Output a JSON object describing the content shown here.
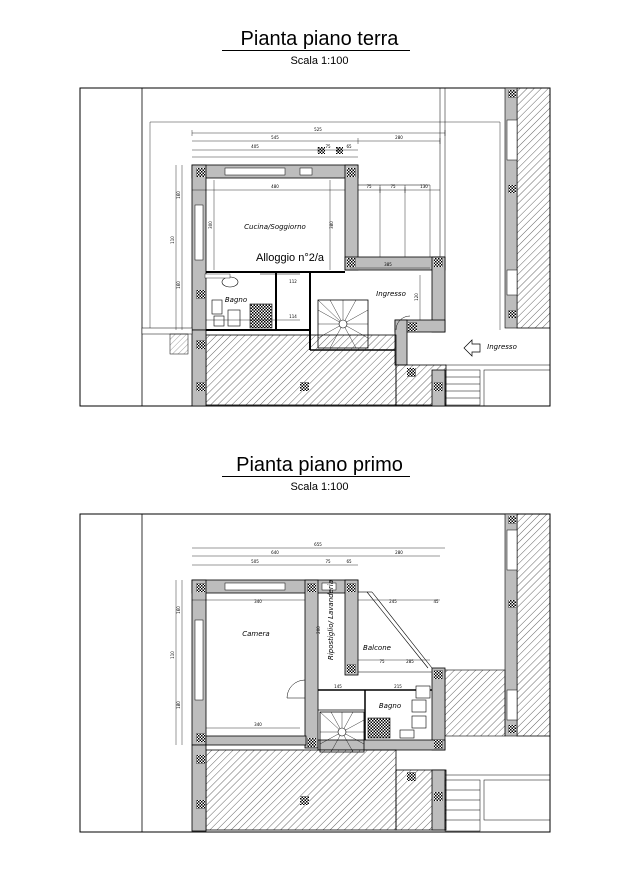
{
  "ground_floor": {
    "title": "Pianta piano terra",
    "scale": "Scala 1:100",
    "unit_label": "Alloggio n°2/a",
    "rooms": {
      "kitchen_living": "Cucina/Soggiorno",
      "bathroom": "Bagno",
      "entrance_inner": "Ingresso",
      "entrance_outer": "Ingresso"
    },
    "dims": {
      "d_overall": "525",
      "d_a": "545",
      "d_b": "280",
      "d_c": "405",
      "d_d": "75",
      "d_e": "65",
      "d_f": "480",
      "d_g": "130",
      "d_h": "75",
      "d_i": "75",
      "d_j": "385",
      "d_k": "160",
      "d_l": "160",
      "d_m": "110",
      "d_n": "112",
      "d_o": "114",
      "d_p": "300",
      "d_q": "380",
      "d_r": "120"
    }
  },
  "first_floor": {
    "title": "Pianta piano primo",
    "scale": "Scala 1:100",
    "rooms": {
      "bedroom": "Camera",
      "storage": "Ripostiglio/ Lavanderia",
      "balcony": "Balcone",
      "bathroom": "Bagno"
    },
    "dims": {
      "d_overall": "655",
      "d_a": "640",
      "d_b": "280",
      "d_c": "505",
      "d_d": "75",
      "d_e": "65",
      "d_f": "340",
      "d_g": "245",
      "d_h": "45",
      "d_i": "75",
      "d_j": "285",
      "d_k": "160",
      "d_l": "180",
      "d_m": "110",
      "d_n": "200",
      "d_o": "145",
      "d_p": "215",
      "d_q": "340"
    }
  }
}
